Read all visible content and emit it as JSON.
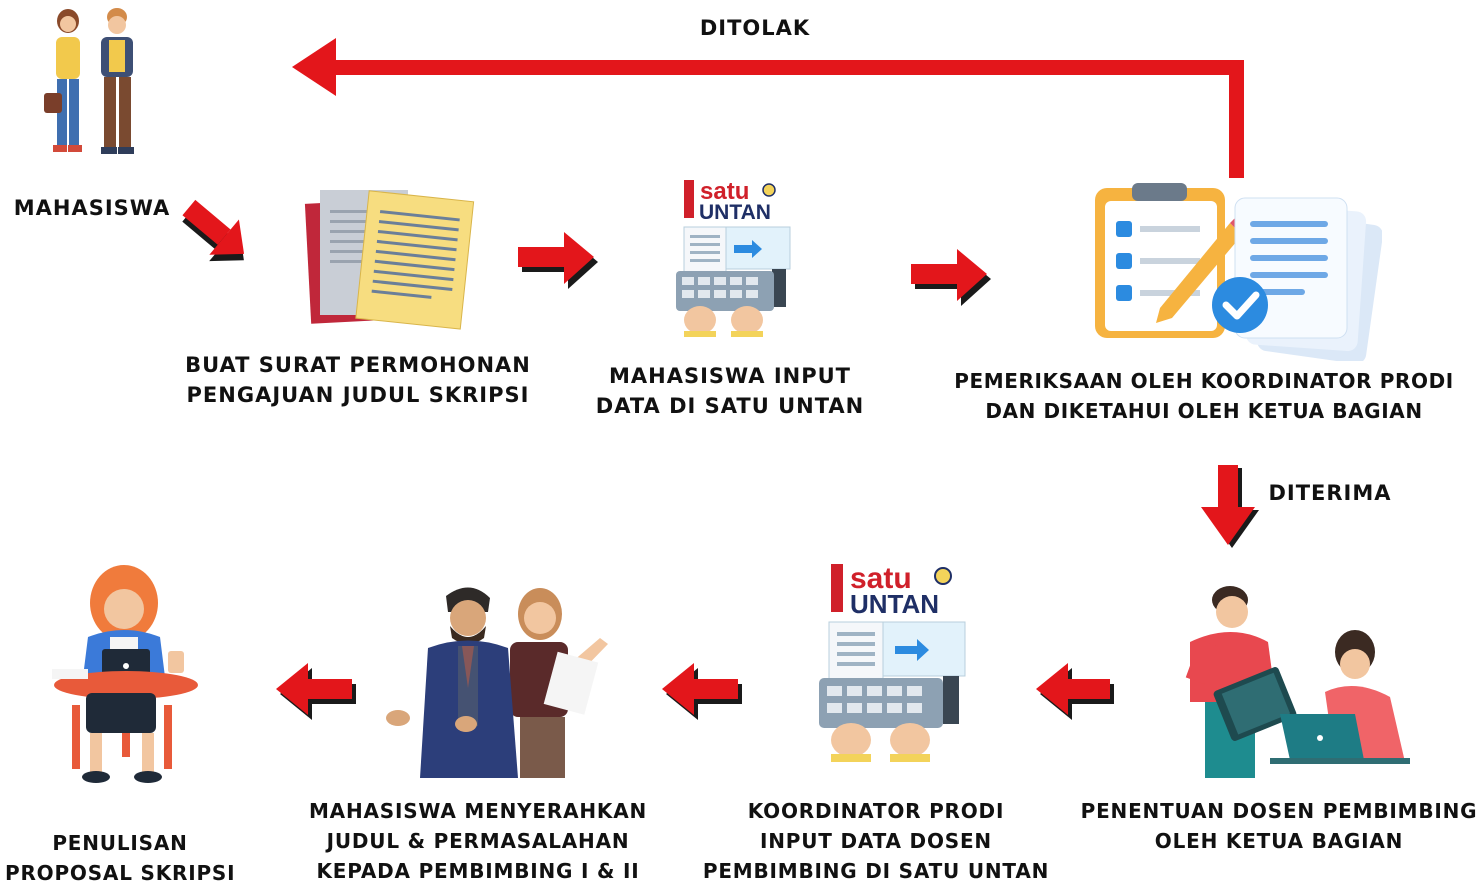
{
  "colors": {
    "arrow_red": "#e3161b",
    "arrow_shadow": "#1a1a1a",
    "satu_red": "#d0202a",
    "untan_navy": "#1f2f66",
    "doc_yellow": "#f7dd80",
    "check_blue": "#2c8be0"
  },
  "labels": {
    "ditolak": "DITOLAK",
    "diterima": "DITERIMA",
    "mahasiswa": "MAHASISWA",
    "step1": [
      "BUAT SURAT PERMOHONAN",
      "PENGAJUAN JUDUL SKRIPSI"
    ],
    "step2": [
      "MAHASISWA INPUT",
      "DATA DI SATU UNTAN"
    ],
    "step3": [
      "PEMERIKSAAN OLEH KOORDINATOR PRODI",
      "DAN DIKETAHUI OLEH KETUA BAGIAN"
    ],
    "step4": [
      "PENENTUAN DOSEN PEMBIMBING",
      "OLEH KETUA BAGIAN"
    ],
    "step5": [
      "KOORDINATOR PRODI",
      "INPUT DATA DOSEN",
      "PEMBIMBING DI SATU UNTAN"
    ],
    "step6": [
      "MAHASISWA MENYERAHKAN",
      "JUDUL & PERMASALAHAN",
      "KEPADA PEMBIMBING I & II"
    ],
    "step7": [
      "PENULISAN",
      "PROPOSAL SKRIPSI"
    ]
  },
  "logo": {
    "satu": "satu",
    "untan": "UNTAN"
  },
  "icons": [
    "students-illustration",
    "documents-illustration",
    "computer-input-illustration",
    "checklist-clipboard-illustration",
    "consultation-illustration",
    "computer-input-illustration",
    "lecturers-illustration",
    "writing-student-illustration"
  ]
}
